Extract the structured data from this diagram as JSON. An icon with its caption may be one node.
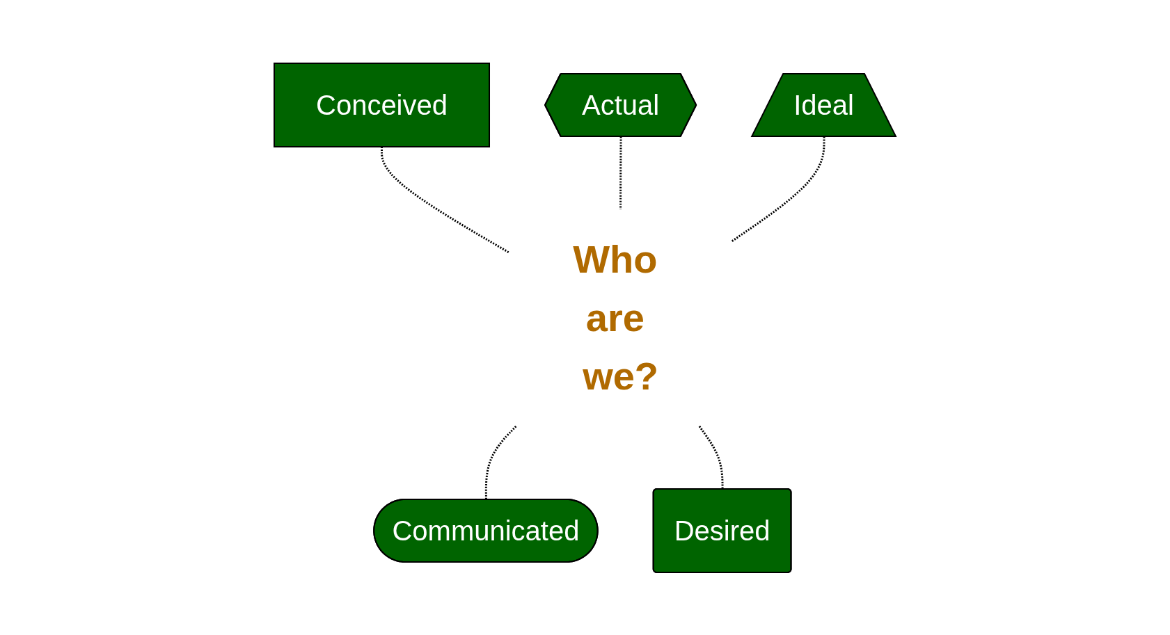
{
  "diagram": {
    "nodes": [
      {
        "text": [
          "Conceived"
        ]
      },
      {
        "text": [
          "Actual"
        ]
      },
      {
        "text": [
          "Ideal"
        ]
      },
      {
        "text": [
          "Who are we?"
        ]
      },
      {
        "text": [
          "Communicated"
        ]
      },
      {
        "text": [
          "Desired"
        ]
      }
    ],
    "edges": [
      {
        "from": 0,
        "to": 3,
        "arrow": "none",
        "style": "dashed"
      },
      {
        "from": 1,
        "to": 3,
        "arrow": "none",
        "style": "dashed"
      },
      {
        "from": 2,
        "to": 3,
        "arrow": "none",
        "style": "dashed"
      },
      {
        "from": 3,
        "to": 4,
        "arrow": "none",
        "style": "dashed"
      },
      {
        "from": 3,
        "to": 5,
        "arrow": "none",
        "style": "dashed"
      }
    ]
  }
}
